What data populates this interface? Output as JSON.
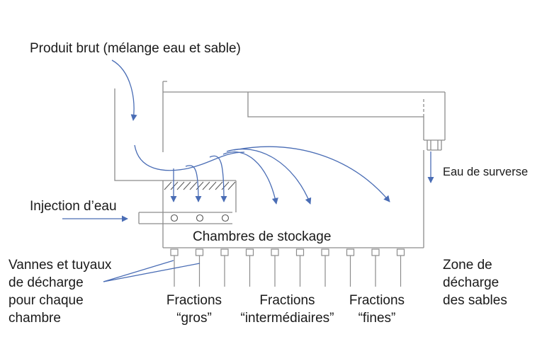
{
  "labels": {
    "raw_product": "Produit brut (mélange eau et sable)",
    "overflow_water": "Eau de surverse",
    "water_injection": "Injection d’eau",
    "storage_chambers": "Chambres de stockage",
    "valves_line1": "Vannes et tuyaux",
    "valves_line2": "de décharge",
    "valves_line3": "pour chaque",
    "valves_line4": "chambre",
    "coarse_line1": "Fractions",
    "coarse_line2": "“gros”",
    "medium_line1": "Fractions",
    "medium_line2": "“intermédiaires”",
    "fine_line1": "Fractions",
    "fine_line2": "“fines”",
    "zone_line1": "Zone de",
    "zone_line2": "décharge",
    "zone_line3": "des sables"
  },
  "colors": {
    "structure": "#8c8c8c",
    "arrows": "#4a6db5",
    "text": "#1a1a1a"
  },
  "discharge_valve_count": 10
}
